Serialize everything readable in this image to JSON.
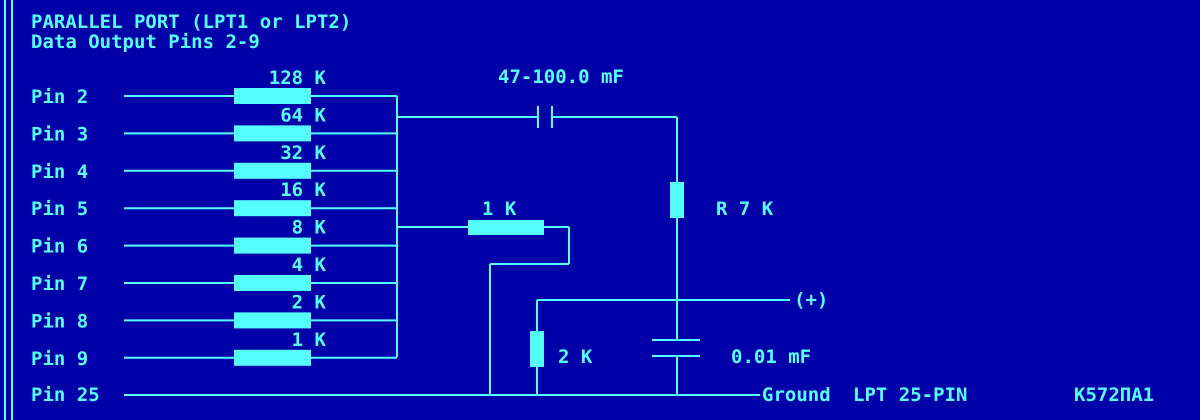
{
  "title_lines": [
    "PARALLEL PORT (LPT1 or LPT2)",
    "Data Output Pins 2-9"
  ],
  "pins": [
    {
      "label": "Pin 2",
      "resistor": "128 K"
    },
    {
      "label": "Pin 3",
      "resistor": "64 K"
    },
    {
      "label": "Pin 4",
      "resistor": "32 K"
    },
    {
      "label": "Pin 5",
      "resistor": "16 K"
    },
    {
      "label": "Pin 6",
      "resistor": "8 K"
    },
    {
      "label": "Pin 7",
      "resistor": "4 K"
    },
    {
      "label": "Pin 8",
      "resistor": "2 K"
    },
    {
      "label": "Pin 9",
      "resistor": "1 K"
    }
  ],
  "ground_pin": "Pin 25",
  "components": {
    "capacitor_top": "47-100.0 mF",
    "resistor_mid": "1 K",
    "resistor_r7": "R 7 K",
    "resistor_2k": "2 K",
    "capacitor_small": "0.01 mF"
  },
  "plus_label": "(+)",
  "ground_label": "Ground",
  "connector_label": "LPT 25-PIN",
  "chip_label": "K572ПА1",
  "colors": {
    "background": "#0000a8",
    "foreground": "#55ffff"
  }
}
